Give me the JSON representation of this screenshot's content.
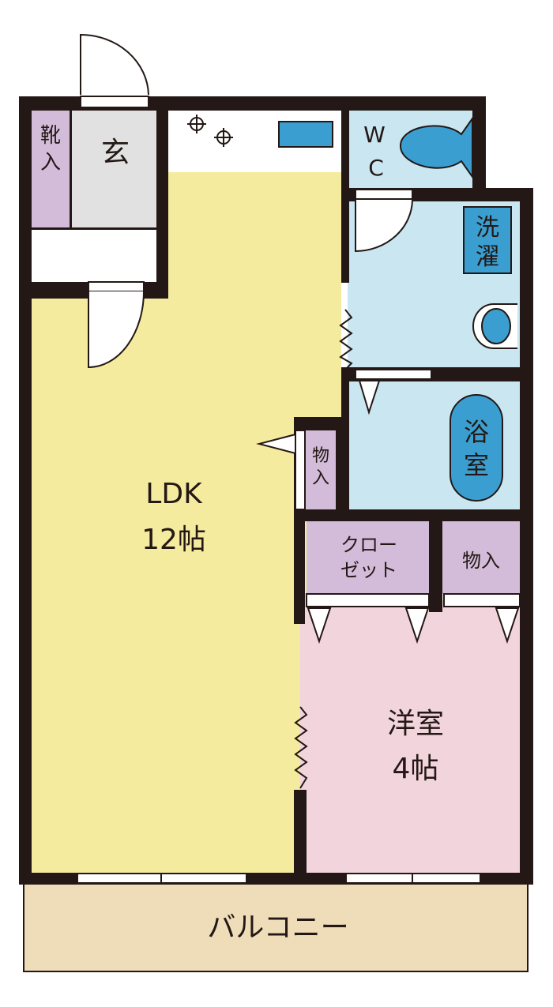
{
  "rooms": {
    "shoe_closet": {
      "line1": "靴",
      "line2": "入"
    },
    "entrance": "玄",
    "wc": {
      "line1": "W",
      "line2": "C"
    },
    "laundry": {
      "line1": "洗",
      "line2": "濯"
    },
    "bath": {
      "line1": "浴",
      "line2": "室"
    },
    "storage_small": {
      "line1": "物",
      "line2": "入"
    },
    "closet": {
      "line1": "クロー",
      "line2": "ゼット"
    },
    "storage": "物入",
    "ldk": {
      "name": "LDK",
      "size": "12帖"
    },
    "western": {
      "name": "洋室",
      "size": "4帖"
    },
    "balcony": "バルコニー"
  },
  "colors": {
    "wall": "#231815",
    "ldk": "#f5eb9e",
    "western": "#f2d4dd",
    "wet": "#c9e6f1",
    "fixture": "#3a9fd0",
    "storage": "#d2bcd9",
    "entrance": "#e1e1e1",
    "balcony": "#efdcb8"
  }
}
